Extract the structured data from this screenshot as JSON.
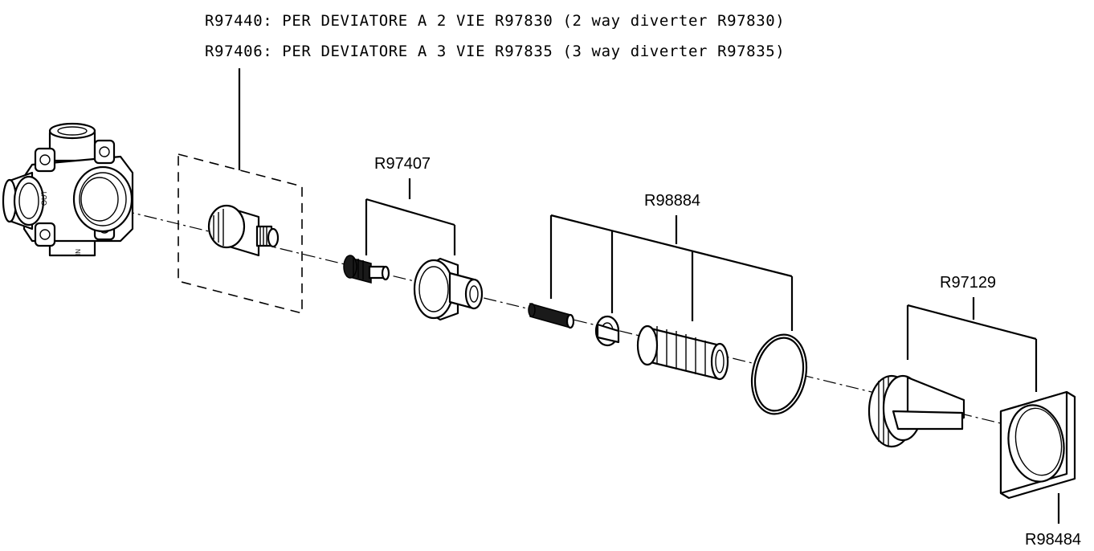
{
  "header": {
    "line1": "R97440: PER DEVIATORE A 2 VIE R97830 (2 way diverter R97830)",
    "line2": "R97406: PER DEVIATORE A 3 VIE R97835 (3 way diverter R97835)"
  },
  "callouts": {
    "seat_kit": "R97407",
    "spindle_kit": "R98884",
    "handle_kit": "R97129",
    "escutcheon": "R98484"
  },
  "valve_body_markings": {
    "outlet": "OUT",
    "inlet": "IN"
  }
}
